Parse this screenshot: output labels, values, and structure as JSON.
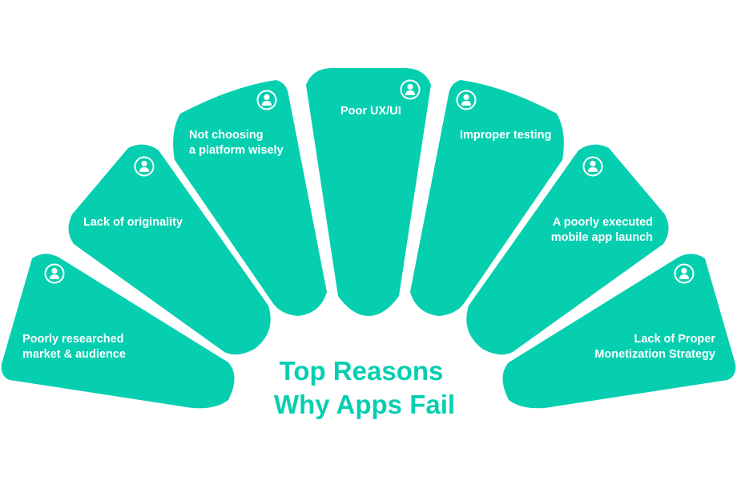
{
  "title": {
    "line1": "Top Reasons",
    "line2": "Why Apps Fail"
  },
  "colors": {
    "petal": "#06cfb0",
    "title": "#06cfb0",
    "text": "#ffffff"
  },
  "icon_name": "user-icon",
  "reasons": [
    {
      "id": "poorly-researched",
      "lines": [
        "Poorly researched",
        "market & audience"
      ]
    },
    {
      "id": "lack-originality",
      "lines": [
        "Lack of originality"
      ]
    },
    {
      "id": "not-choosing-platform",
      "lines": [
        "Not choosing",
        "a platform wisely"
      ]
    },
    {
      "id": "poor-ux-ui",
      "lines": [
        "Poor UX/UI"
      ]
    },
    {
      "id": "improper-testing",
      "lines": [
        "Improper testing"
      ]
    },
    {
      "id": "poor-launch",
      "lines": [
        "A poorly executed",
        "mobile app launch"
      ]
    },
    {
      "id": "lack-monetization",
      "lines": [
        "Lack of Proper",
        "Monetization Strategy"
      ]
    }
  ]
}
